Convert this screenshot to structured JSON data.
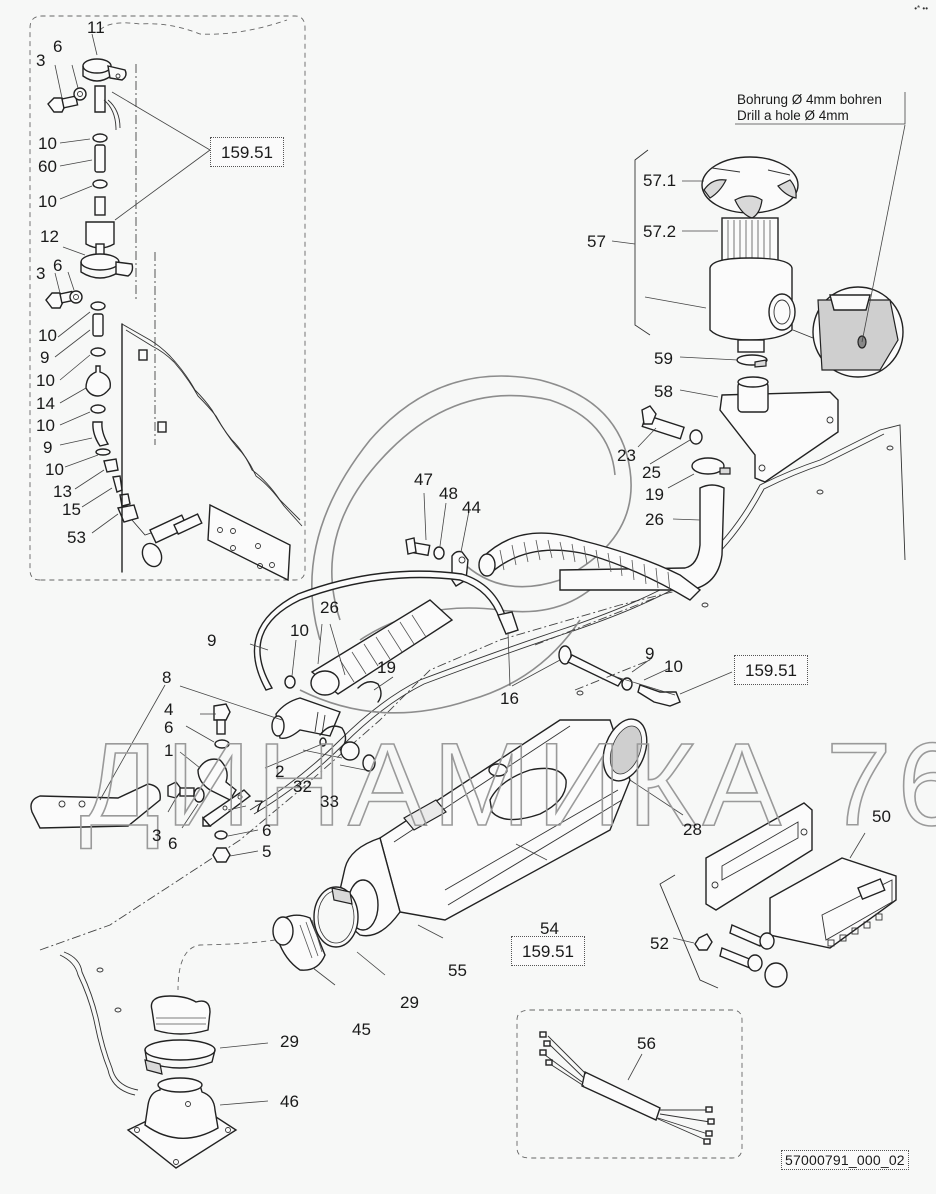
{
  "diagram": {
    "title": "Exploded parts diagram – air heater installation kit",
    "drawing_number": "57000791_000_02",
    "corner_mark": "•* ••",
    "watermark": "ДИНАМИКА 76",
    "note": {
      "line_de": "Bohrung Ø 4mm bohren",
      "line_en": "Drill a hole Ø 4mm"
    },
    "references": [
      {
        "id": "ref-top-left",
        "text": "159.51"
      },
      {
        "id": "ref-right",
        "text": "159.51"
      },
      {
        "id": "ref-heater",
        "text": "159.51"
      }
    ],
    "callouts": {
      "inset": {
        "c11": "11",
        "c3a": "3",
        "c6a": "6",
        "c10a": "10",
        "c60": "60",
        "c10b": "10",
        "c12": "12",
        "c3b": "3",
        "c6b": "6",
        "c10c": "10",
        "c9a": "9",
        "c10d": "10",
        "c14": "14",
        "c10e": "10",
        "c9b": "9",
        "c10f": "10",
        "c13": "13",
        "c15": "15",
        "c53": "53"
      },
      "air_intake": {
        "c57": "57",
        "c57_1": "57.1",
        "c57_2": "57.2",
        "c59": "59",
        "c58": "58",
        "c23": "23",
        "c25": "25",
        "c19": "19",
        "c26": "26"
      },
      "center": {
        "c47": "47",
        "c48": "48",
        "c44": "44",
        "c26": "26",
        "c9": "9",
        "c10": "10",
        "c19": "19",
        "c16": "16",
        "c9r": "9",
        "c10r": "10"
      },
      "left_bracket": {
        "c8": "8",
        "c4": "4",
        "c6a": "6",
        "c1": "1",
        "c2": "2",
        "c32": "32",
        "c33": "33",
        "c7": "7",
        "c3": "3",
        "c6b": "6",
        "c6c": "6",
        "c5": "5"
      },
      "heater": {
        "c28": "28",
        "c54": "54",
        "c55": "55",
        "c29": "29",
        "c45": "45"
      },
      "control": {
        "c50": "50",
        "c52": "52"
      },
      "duct_bottom": {
        "c29": "29",
        "c46": "46"
      },
      "harness": {
        "c56": "56"
      }
    }
  }
}
